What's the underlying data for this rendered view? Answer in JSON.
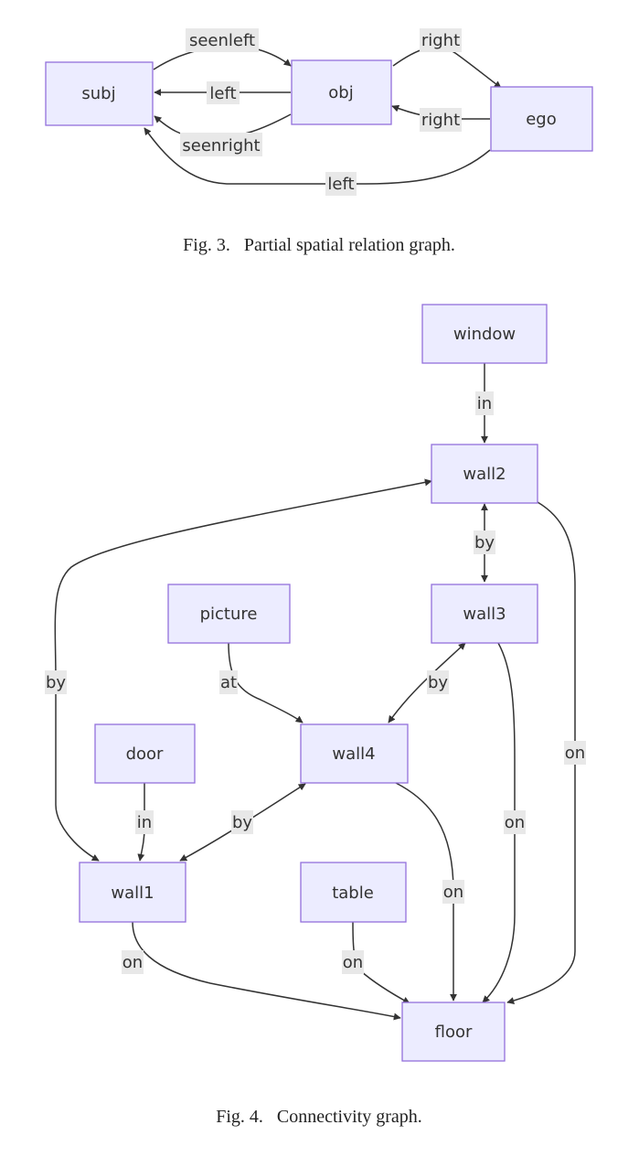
{
  "figures": [
    {
      "caption": "Fig. 3.   Partial spatial relation graph.",
      "nodes": [
        {
          "id": "subj",
          "label": "subj"
        },
        {
          "id": "obj",
          "label": "obj"
        },
        {
          "id": "ego",
          "label": "ego"
        }
      ],
      "edges": [
        {
          "from": "subj",
          "to": "obj",
          "label": "seenleft",
          "arrow": "end"
        },
        {
          "from": "obj",
          "to": "subj",
          "label": "left",
          "arrow": "end"
        },
        {
          "from": "obj",
          "to": "subj",
          "label": "seenright",
          "arrow": "end"
        },
        {
          "from": "obj",
          "to": "ego",
          "label": "right",
          "arrow": "end"
        },
        {
          "from": "ego",
          "to": "obj",
          "label": "right",
          "arrow": "end"
        },
        {
          "from": "ego",
          "to": "subj",
          "label": "left",
          "arrow": "end"
        }
      ]
    },
    {
      "caption": "Fig. 4.   Connectivity graph.",
      "nodes": [
        {
          "id": "window",
          "label": "window"
        },
        {
          "id": "wall2",
          "label": "wall2"
        },
        {
          "id": "picture",
          "label": "picture"
        },
        {
          "id": "wall3",
          "label": "wall3"
        },
        {
          "id": "door",
          "label": "door"
        },
        {
          "id": "wall4",
          "label": "wall4"
        },
        {
          "id": "wall1",
          "label": "wall1"
        },
        {
          "id": "table",
          "label": "table"
        },
        {
          "id": "floor",
          "label": "floor"
        }
      ],
      "edges": [
        {
          "from": "window",
          "to": "wall2",
          "label": "in",
          "arrow": "end"
        },
        {
          "from": "wall2",
          "to": "wall3",
          "label": "by",
          "arrow": "both"
        },
        {
          "from": "wall2",
          "to": "wall1",
          "label": "by",
          "arrow": "both"
        },
        {
          "from": "wall2",
          "to": "floor",
          "label": "on",
          "arrow": "end"
        },
        {
          "from": "picture",
          "to": "wall4",
          "label": "at",
          "arrow": "end"
        },
        {
          "from": "wall3",
          "to": "wall4",
          "label": "by",
          "arrow": "both"
        },
        {
          "from": "wall3",
          "to": "floor",
          "label": "on",
          "arrow": "end"
        },
        {
          "from": "door",
          "to": "wall1",
          "label": "in",
          "arrow": "end"
        },
        {
          "from": "wall4",
          "to": "wall1",
          "label": "by",
          "arrow": "both"
        },
        {
          "from": "wall4",
          "to": "floor",
          "label": "on",
          "arrow": "end"
        },
        {
          "from": "wall1",
          "to": "floor",
          "label": "on",
          "arrow": "end"
        },
        {
          "from": "table",
          "to": "floor",
          "label": "on",
          "arrow": "end"
        }
      ]
    }
  ]
}
